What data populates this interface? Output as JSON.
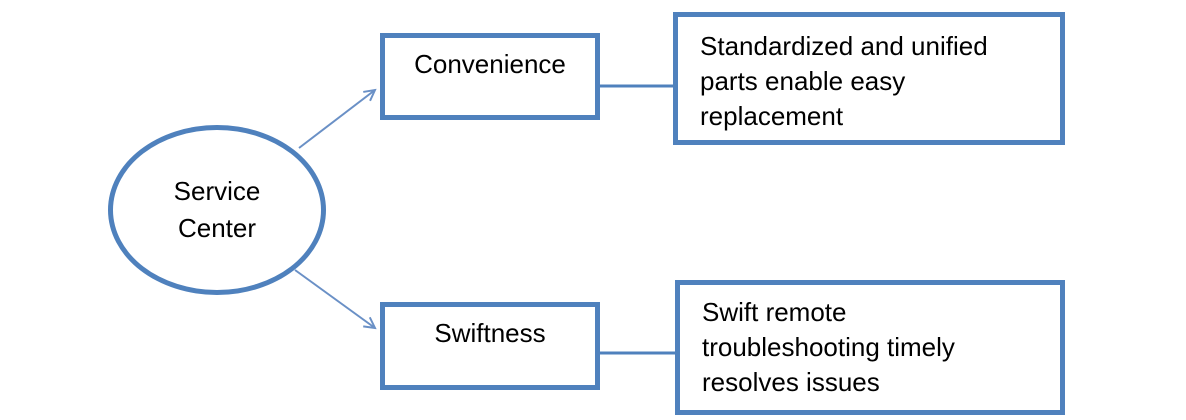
{
  "colors": {
    "accent": "#4f81bd",
    "connector": "#6a90c6",
    "text": "#000000",
    "background": "#ffffff"
  },
  "diagram": {
    "type": "flowchart",
    "root": {
      "label": "Service\nCenter",
      "shape": "ellipse"
    },
    "branches": [
      {
        "label": "Convenience",
        "description": "Standardized and unified\nparts enable easy\nreplacement"
      },
      {
        "label": "Swiftness",
        "description": "Swift remote\ntroubleshooting timely\nresolves issues"
      }
    ]
  }
}
